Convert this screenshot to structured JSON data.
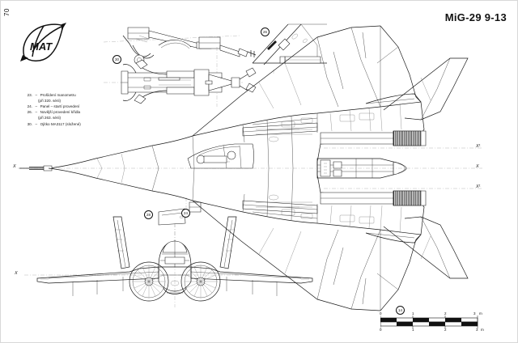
{
  "page": {
    "number": "70",
    "title": "MiG-29 9-13",
    "background_color": "#ffffff",
    "ink_color": "#1a1a1a"
  },
  "logo": {
    "name": "mat-publisher-logo",
    "text": "MAT"
  },
  "legend": {
    "items": [
      {
        "index": "23.",
        "dash": "–",
        "text": "Prošídení manometru",
        "sub": "(při 320. sérii)"
      },
      {
        "index": "24.",
        "dash": "–",
        "text": "Panel – startí provedení",
        "sub": ""
      },
      {
        "index": "26.",
        "dash": "–",
        "text": "Novější provedení křídla",
        "sub": "(při 263. sérii)"
      },
      {
        "index": "30.",
        "dash": "–",
        "text": "Ojítko MA3117 (složené)",
        "sub": ""
      }
    ]
  },
  "callouts": [
    {
      "name": "callout-30",
      "label": "30"
    },
    {
      "name": "callout-26-wing",
      "label": "26"
    },
    {
      "name": "callout-28",
      "label": "28"
    },
    {
      "name": "callout-24",
      "label": "24"
    },
    {
      "name": "callout-scale",
      "label": "14"
    }
  ],
  "axis_labels": [
    {
      "name": "axis-x-left",
      "label": "X"
    },
    {
      "name": "axis-x-right",
      "label": "X"
    },
    {
      "name": "axis-x1-right-upper",
      "label": "X¹"
    },
    {
      "name": "axis-x1-right-lower",
      "label": "X¹"
    },
    {
      "name": "axis-x-front-left",
      "label": "X"
    }
  ],
  "scale_bar": {
    "name": "scale-bar",
    "unit": "m",
    "top_ticks": [
      "0",
      "1",
      "2",
      "3"
    ],
    "top_unit": "m",
    "bottom_ticks": [
      "0",
      "1",
      "2",
      "3"
    ],
    "bottom_unit": "m",
    "segments": 6
  },
  "views": [
    {
      "name": "plan-view-top",
      "description": "MiG-29 9-13 planform, top view"
    },
    {
      "name": "front-view",
      "description": "MiG-29 9-13 front elevation"
    },
    {
      "name": "detail-towbar-side",
      "description": "Towbar MA3117 side view detail"
    },
    {
      "name": "detail-towbar-plan",
      "description": "Towbar MA3117 plan view detail"
    },
    {
      "name": "detail-wing-root",
      "description": "Later production wing root detail"
    },
    {
      "name": "detail-panel-24",
      "description": "Panel early production detail"
    }
  ]
}
